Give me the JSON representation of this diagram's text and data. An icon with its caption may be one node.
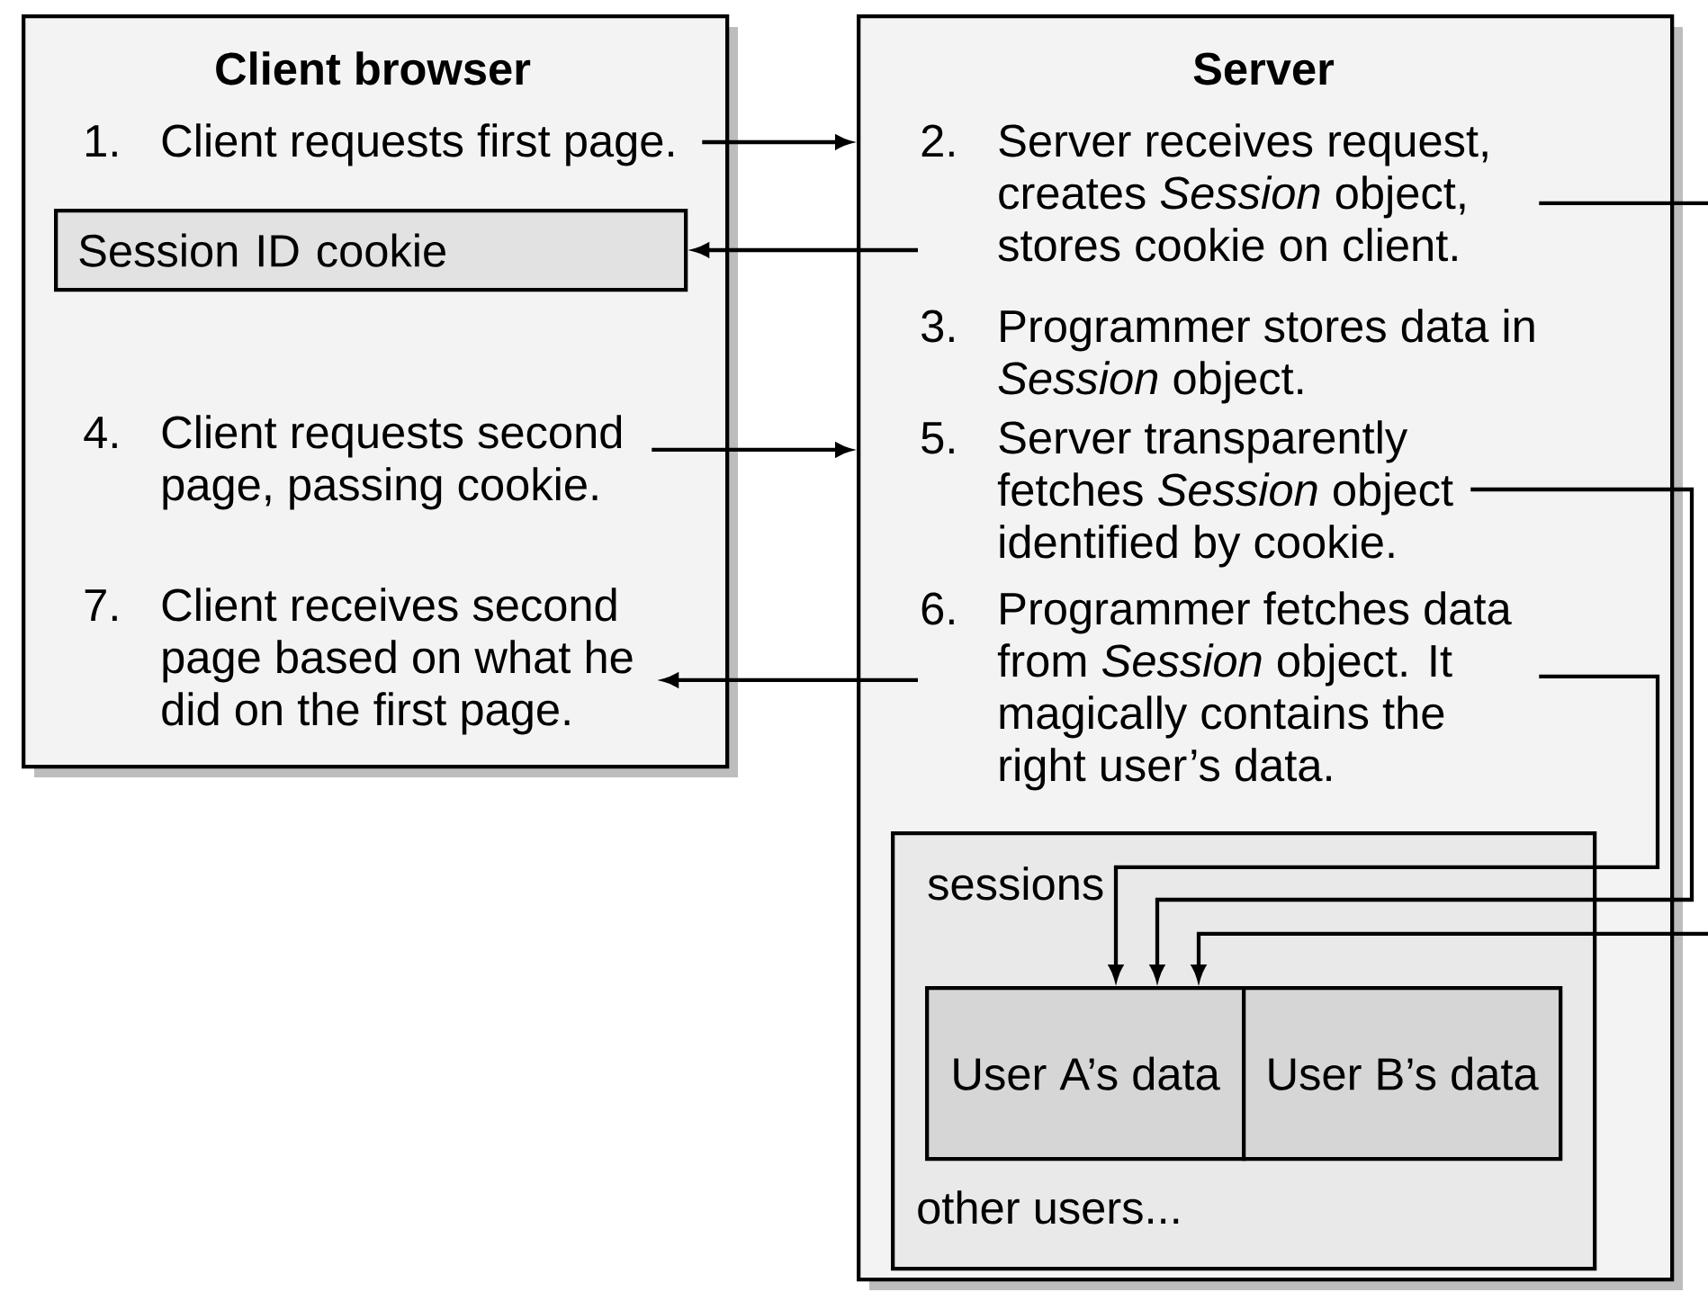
{
  "diagram": {
    "nodes": [
      {
        "text": [
          "Client browser"
        ]
      },
      {
        "text": [
          "1.",
          "Client requests first page."
        ],
        "in": 0
      },
      {
        "text": [
          "Session ID cookie"
        ],
        "in": 0
      },
      {
        "text": [
          "4.",
          "Client requests second page, passing cookie."
        ],
        "in": 0
      },
      {
        "text": [
          "7.",
          "Client receives second page based on what he did on the first page."
        ],
        "in": 0
      },
      {
        "text": [
          "Server"
        ]
      },
      {
        "text": [
          "2.",
          "Server receives request, creates *Session* object, stores cookie on client."
        ],
        "in": 5
      },
      {
        "text": [
          "5.",
          "Server transparently fetches *Session* object identified by cookie."
        ],
        "in": 5
      },
      {
        "text": [
          "6.",
          "Programmer fetches data from *Session* object. It magically contains the right user’s data."
        ],
        "in": 5
      },
      {
        "text": [
          "sessions",
          "other users..."
        ],
        "in": 5
      },
      {
        "text": [
          "User A’s data"
        ],
        "in": 9
      },
      {
        "text": [
          "User B’s data"
        ],
        "in": 9
      }
    ],
    "edges": [
      {
        "from": 1,
        "to": 5,
        "arrow": "to"
      },
      {
        "from": 6,
        "to": 2,
        "arrow": "to"
      },
      {
        "from": 3,
        "to": 5,
        "arrow": "to"
      },
      {
        "from": 8,
        "to": 4,
        "arrow": "to"
      },
      {
        "from": 6,
        "to": 10,
        "arrow": "to"
      },
      {
        "from": 7,
        "to": 10,
        "arrow": "to"
      },
      {
        "from": 8,
        "to": 10,
        "arrow": "to"
      }
    ],
    "labels": [
      "3.",
      "Programmer stores data in *Session* object."
    ]
  }
}
